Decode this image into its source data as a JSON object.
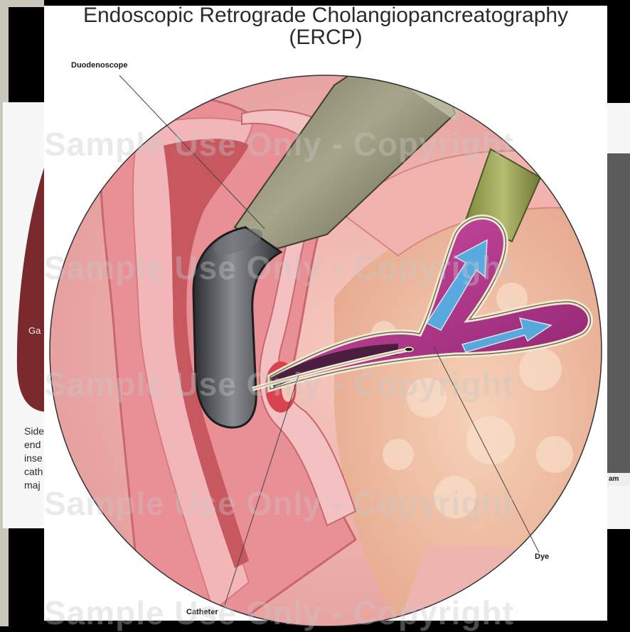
{
  "title": {
    "line1": "Endoscopic Retrograde Cholangiopancreatography",
    "line2": "(ERCP)"
  },
  "labels": {
    "duodenoscope": "Duodenoscope",
    "catheter": "Catheter",
    "dye": "Dye"
  },
  "background_panels": {
    "left_text_lines": [
      "Side",
      "end",
      "inse",
      "cath",
      "maj"
    ],
    "left_fragment": "Ga",
    "right_fragment": "am"
  },
  "watermark": "Sample Use Only - Copyright",
  "colors": {
    "tissue_pink": "#e89a9e",
    "duodenal_wall": "#c9676e",
    "scope_gray": "#4a4c50",
    "scope_sheath": "#8b8a72",
    "dye_magenta": "#b03a8a",
    "arrow_blue": "#4fb7e8",
    "pancreas_tan": "#f0c4a4"
  }
}
